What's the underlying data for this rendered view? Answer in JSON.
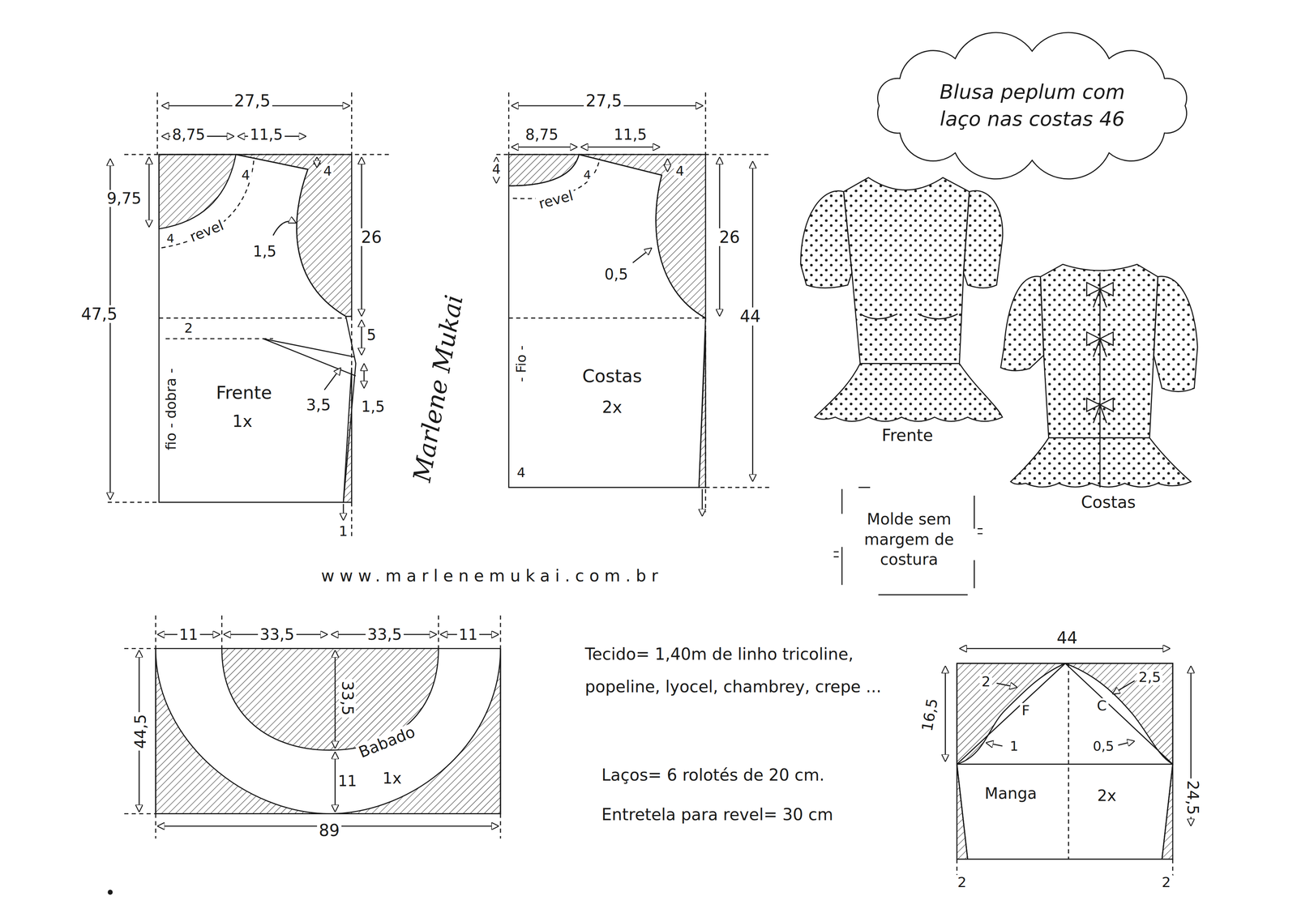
{
  "diagram": {
    "title": "Blusa peplum com laço nas costas 46",
    "nodes": [
      {
        "text": [
          "Frente",
          "1x"
        ]
      },
      {
        "text": [
          "Costas",
          "2x"
        ]
      },
      {
        "text": [
          "Molde sem margem de costura"
        ]
      },
      {
        "text": [
          "Babado",
          "1x"
        ]
      },
      {
        "text": [
          "Manga",
          "2x"
        ]
      }
    ],
    "labels": [
      "27,5",
      "8,75",
      "11,5",
      "9,75",
      "4",
      "4",
      "4",
      "revel",
      "26",
      "47,5",
      "1,5",
      "2",
      "5",
      "3,5",
      "1,5",
      "1",
      "fio - dobra -",
      "27,5",
      "8,75",
      "11,5",
      "4",
      "4",
      "4",
      "revel",
      "0,5",
      "26",
      "44",
      "- Fio -",
      "4",
      "Marlene Mukai",
      "www.marlenemukai.com.br",
      "Frente",
      "Costas",
      "11",
      "33,5",
      "33,5",
      "11",
      "44,5",
      "33,5",
      "11",
      "89",
      "Tecido= 1,40m de linho tricoline, popeline, lyocel, chambrey, crepe ...",
      "Laços= 6 rolotés de 20 cm.",
      "Entretela para revel= 30 cm",
      "44",
      "2",
      "2,5",
      "16,5",
      "F",
      "C",
      "1",
      "0,5",
      "24,5",
      "2",
      "2"
    ]
  }
}
